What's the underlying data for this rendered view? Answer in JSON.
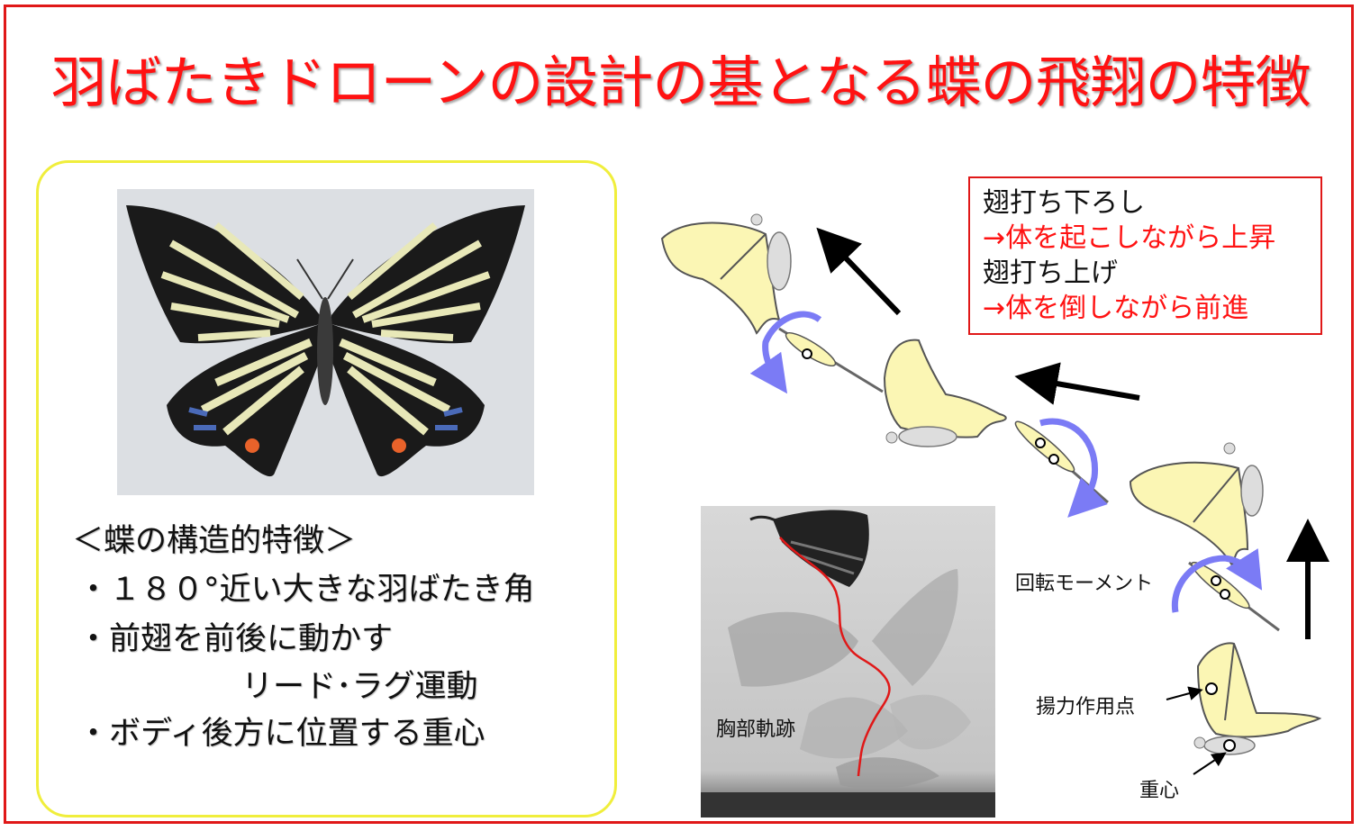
{
  "title": "羽ばたきドローンの設計の基となる蝶の飛翔の特徴",
  "colors": {
    "title": "#ff1212",
    "frame_border": "#e01818",
    "panel_border": "#f0ee3c",
    "wing_fill": "#fbf6b4",
    "rotation_arrow": "#7b7bf5",
    "trajectory": "#e01818"
  },
  "features": {
    "heading": "＜蝶の構造的特徴＞",
    "items": [
      "・１８０°近い大きな羽ばたき角",
      "・前翅を前後に動かす",
      "リード･ラグ運動",
      "・ボディ後方に位置する重心"
    ]
  },
  "info_box": {
    "downstroke_label": "翅打ち下ろし",
    "downstroke_effect": "→体を起こしながら上昇",
    "upstroke_label": "翅打ち上げ",
    "upstroke_effect": "→体を倒しながら前進"
  },
  "labels": {
    "thorax_trajectory": "胸部軌跡",
    "rotation_moment": "回転モーメント",
    "lift_point": "揚力作用点",
    "center_of_gravity": "重心"
  },
  "icons": {
    "photo": "swallowtail-butterfly-photo",
    "motion": "flight-motion-photo",
    "arrows": "motion-direction-arrow-icon",
    "rotation": "rotation-arrow-icon"
  }
}
